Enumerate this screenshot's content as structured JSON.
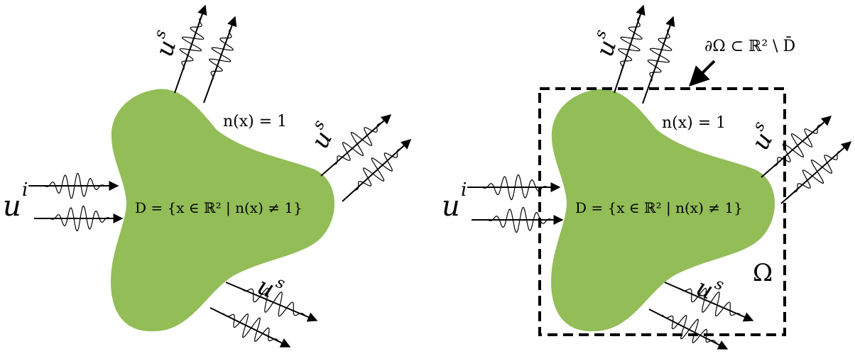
{
  "panels": [
    {
      "region_label": "D = {x ∈ ℝ² |  n(x) ≠ 1}",
      "background_label": "n(x) = 1",
      "incident_label": "u",
      "incident_sup": "i",
      "scattered_label": "u",
      "scattered_sup": "s"
    },
    {
      "region_label": "D = {x ∈ ℝ² |  n(x) ≠ 1}",
      "background_label": "n(x) = 1",
      "incident_label": "u",
      "incident_sup": "i",
      "scattered_label": "u",
      "scattered_sup": "s",
      "domain_label": "Ω",
      "boundary_label": "∂Ω ⊂ ℝ² \\ D̄"
    }
  ],
  "colors": {
    "scatterer": "#92bd57",
    "ink": "#000000"
  }
}
